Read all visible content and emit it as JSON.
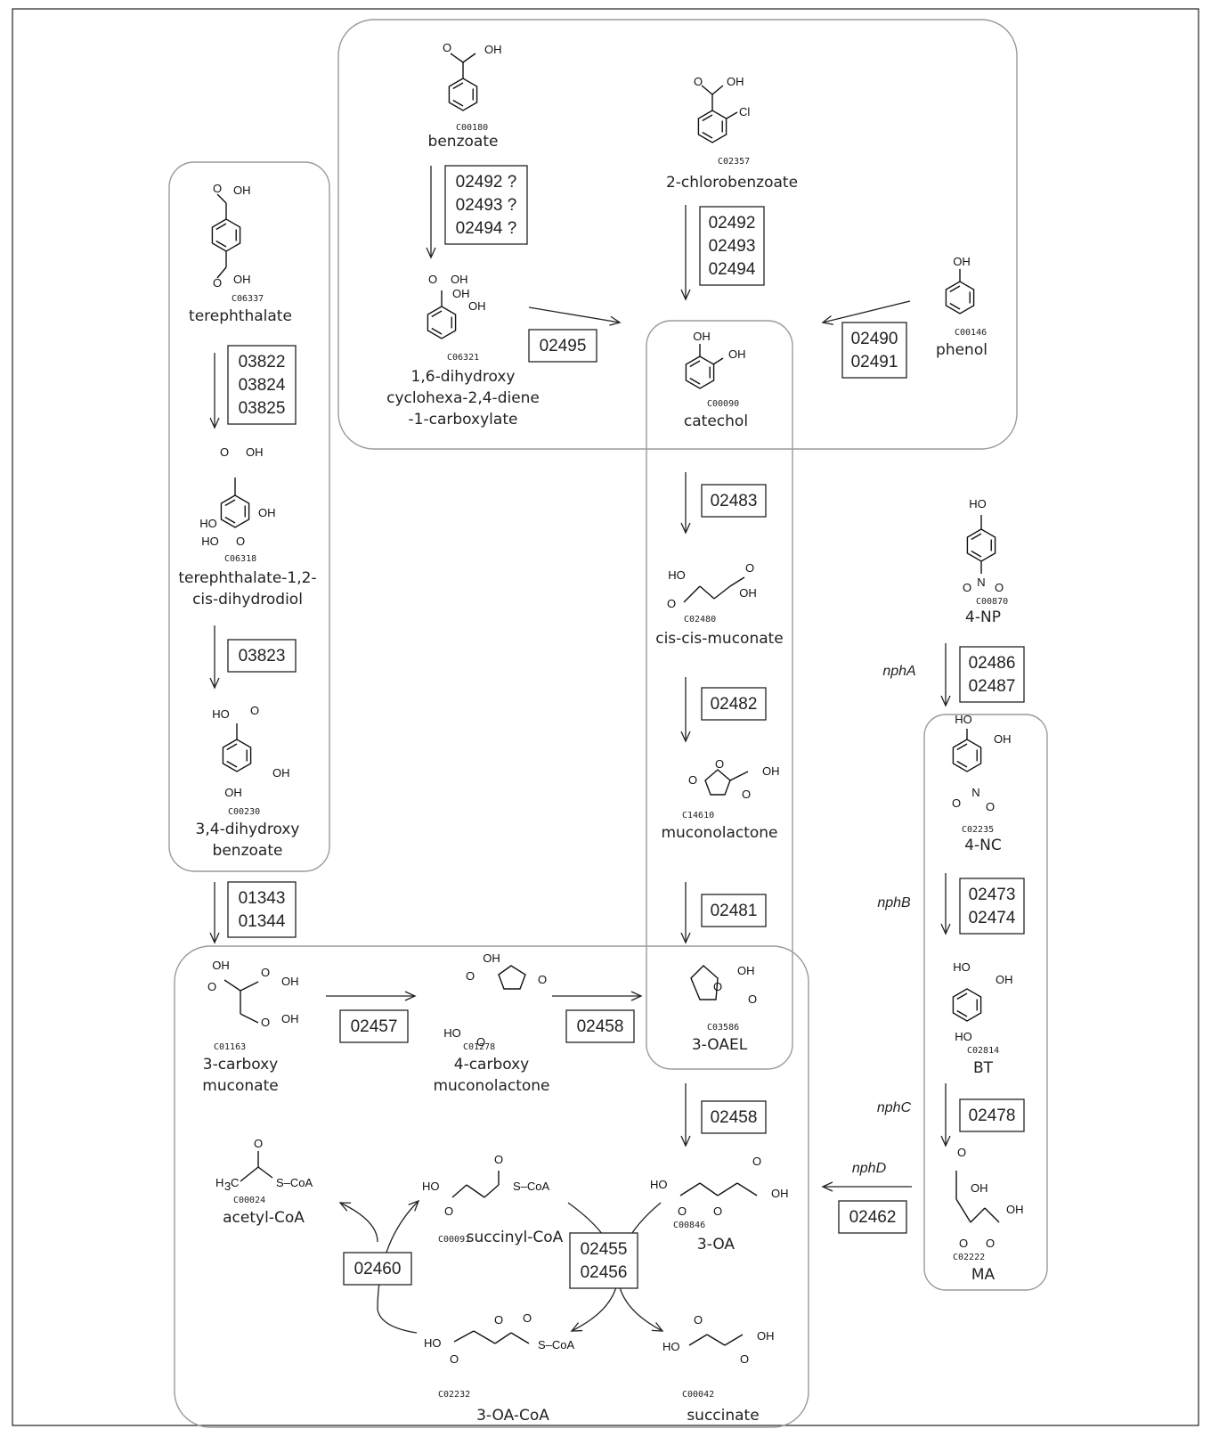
{
  "compounds": {
    "benzoate": {
      "id": "C00180",
      "name": [
        "benzoate"
      ]
    },
    "chlorobenzoate": {
      "id": "C02357",
      "name": [
        "2-chlorobenzoate"
      ]
    },
    "terephthalate": {
      "id": "C06337",
      "name": [
        "terephthalate"
      ]
    },
    "dihydroxycyclohexadiene": {
      "id": "C06321",
      "name": [
        "1,6-dihydroxy",
        "cyclohexa-2,4-diene",
        "-1-carboxylate"
      ]
    },
    "catechol": {
      "id": "C00090",
      "name": [
        "catechol"
      ]
    },
    "phenol": {
      "id": "C00146",
      "name": [
        "phenol"
      ]
    },
    "terephthalate_diol": {
      "id": "C06318",
      "name": [
        "terephthalate-1,2-",
        "cis-dihydrodiol"
      ]
    },
    "muconate": {
      "id": "C02480",
      "name": [
        "cis-cis-muconate"
      ]
    },
    "nitrophenol": {
      "id": "C00870",
      "name": [
        "4-NP"
      ]
    },
    "dihydroxybenzoate": {
      "id": "C00230",
      "name": [
        "3,4-dihydroxy",
        "benzoate"
      ]
    },
    "muconolactone": {
      "id": "C14610",
      "name": [
        "muconolactone"
      ]
    },
    "nitrocatechol": {
      "id": "C02235",
      "name": [
        "4-NC"
      ]
    },
    "carboxymuconate": {
      "id": "C01163",
      "name": [
        "3-carboxy",
        "muconate"
      ]
    },
    "carboxymuconolactone": {
      "id": "C01278",
      "name": [
        "4-carboxy",
        "muconolactone"
      ]
    },
    "oael": {
      "id": "C03586",
      "name": [
        "3-OAEL"
      ]
    },
    "bt": {
      "id": "C02814",
      "name": [
        "BT"
      ]
    },
    "acetylcoa": {
      "id": "C00024",
      "name": [
        "acetyl-CoA"
      ]
    },
    "succinylcoa": {
      "id": "C00091",
      "name": [
        "succinyl-CoA"
      ]
    },
    "oa": {
      "id": "C00846",
      "name": [
        "3-OA"
      ]
    },
    "ma": {
      "id": "C02222",
      "name": [
        "MA"
      ]
    },
    "oacoa": {
      "id": "C02232",
      "name": [
        "3-OA-CoA"
      ]
    },
    "succinate": {
      "id": "C00042",
      "name": [
        "succinate"
      ]
    }
  },
  "genes": {
    "benzoate_step": [
      "02492 ?",
      "02493 ?",
      "02494 ?"
    ],
    "chlorobenzoate_step": [
      "02492",
      "02493",
      "02494"
    ],
    "diol_to_catechol": [
      "02495"
    ],
    "phenol_step": [
      "02490",
      "02491"
    ],
    "terephthalate_step": [
      "03822",
      "03824",
      "03825"
    ],
    "catechol_step": [
      "02483"
    ],
    "diol_step": [
      "03823"
    ],
    "muconate_step": [
      "02482"
    ],
    "np_step": [
      "02486",
      "02487"
    ],
    "muconolactone_step": [
      "02481"
    ],
    "protocatechuate_step": [
      "01343",
      "01344"
    ],
    "nc_step": [
      "02473",
      "02474"
    ],
    "carboxymuconate_step": [
      "02457"
    ],
    "carboxymuconolactone_step": [
      "02458"
    ],
    "oael_step": [
      "02458"
    ],
    "bt_step": [
      "02478"
    ],
    "ma_step": [
      "02462"
    ],
    "thiolase": [
      "02460"
    ],
    "transferase": [
      "02455",
      "02456"
    ]
  },
  "enzymes": {
    "nphA": "nphA",
    "nphB": "nphB",
    "nphC": "nphC",
    "nphD": "nphD"
  },
  "atoms": {
    "OH": "OH",
    "HO": "HO",
    "O": "O",
    "Cl": "Cl",
    "N": "N",
    "plus": "+",
    "minus": "-",
    "H3C": "H",
    "H3C_sub": "3",
    "H3C_C": "C",
    "SCoA": "S–CoA"
  }
}
